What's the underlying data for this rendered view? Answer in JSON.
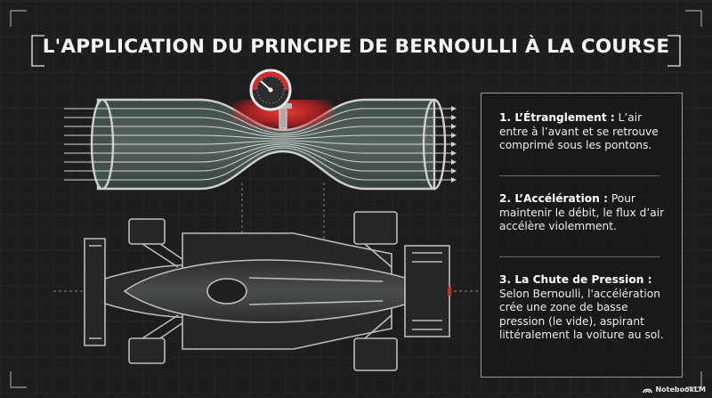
{
  "title": "L'APPLICATION DU PRINCIPE DE BERNOULLI À LA COURSE",
  "steps": [
    {
      "heading": "1. L’Étranglement :",
      "text": "L’air entre à l’avant et se retrouve comprimé sous les pontons."
    },
    {
      "heading": "2. L’Accélération :",
      "text": "Pour maintenir le débit, le flux d’air accélère violemment."
    },
    {
      "heading": "3. La Chute de Pression :",
      "text": "Selon Bernoulli, l'accélération crée une zone de basse pression (le vide), aspirant littéralement la voiture au sol."
    }
  ],
  "brand": {
    "name": "NotebookLM"
  },
  "icons": {
    "gauge": "pressure-gauge-icon",
    "car": "f1-car-top-view",
    "logo": "notebooklm-logo-icon"
  },
  "colors": {
    "background": "#1c1d1e",
    "accent": "#e0282a",
    "line": "#b8b8b8",
    "text": "#ffffff"
  }
}
